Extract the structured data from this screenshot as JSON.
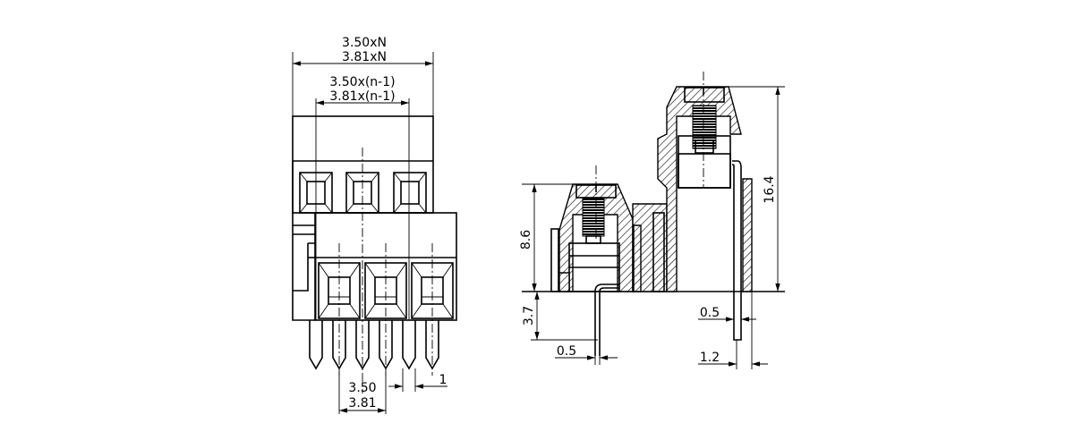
{
  "front_view": {
    "overall_width_350": "3.50xN",
    "overall_width_381": "3.81xN",
    "span_350": "3.50x(n-1)",
    "span_381": "3.81x(n-1)",
    "pitch_350": "3.50",
    "pitch_381": "3.81",
    "pin_width": "1"
  },
  "side_view": {
    "height_low": "8.6",
    "height_high": "16.4",
    "pin_length": "3.7",
    "pin_thickness_left": "0.5",
    "pin_thickness_right": "0.5",
    "pin_offset_right": "1.2"
  },
  "colors": {
    "line": "#000000",
    "background": "#ffffff"
  }
}
